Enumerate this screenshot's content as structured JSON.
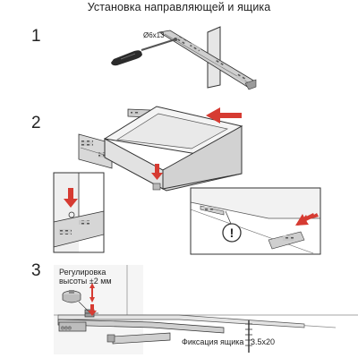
{
  "title": "Установка направляющей и ящика",
  "steps": [
    "1",
    "2",
    "3"
  ],
  "labels": {
    "screw": "Ø6x13",
    "height_adjust_line1": "Регулировка",
    "height_adjust_line2": "высоты ±2 мм",
    "drawer_fixation": "Фиксация ящика",
    "screw_size": "3.5x20"
  },
  "warning_symbol": "!",
  "colors": {
    "arrow": "#d63b32",
    "line": "#333333",
    "panel": "#dcdcdc",
    "rail": "#b5b5b5"
  },
  "icons": [
    "screwdriver-icon",
    "push-arrow-icon",
    "down-arrow-icon",
    "warning-icon",
    "height-adjust-icon"
  ]
}
